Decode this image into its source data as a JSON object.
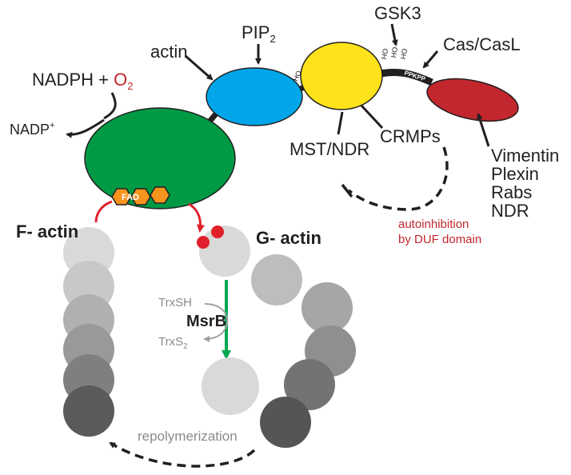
{
  "colors": {
    "ch_domain": "#009a44",
    "actin_binding": "#00a6e8",
    "lim_domain": "#ffe31a",
    "c_terminal": "#c1272d",
    "fad": "#f7941d",
    "oxidation_red": "#e0202a",
    "msrb_arrow": "#00a651",
    "text_red": "#c1272d"
  },
  "labels": {
    "actin": "actin",
    "pip_main": "PIP",
    "pip_sub": "2",
    "gsk3": "GSK3",
    "cas": "Cas/CasL",
    "nadph_main": "NADPH + ",
    "o2_main": "O",
    "o2_sub": "2",
    "nadp_main": "NADP",
    "nadp_sup": "+",
    "mst": "MST/NDR",
    "crmps": "CRMPs",
    "vimentin": "Vimentin",
    "plexin": "Plexin",
    "rabs": "Rabs",
    "ndr": "NDR",
    "auto1": "autoinhibition",
    "auto2": "by DUF domain",
    "f_actin": "F- actin",
    "g_actin": "G- actin",
    "fad": "FAD",
    "trxsh": "TrxSH",
    "trxs_main": "TrxS",
    "trxs_sub": "2",
    "msrb": "MsrB",
    "repolymerization": "repolymerization",
    "ho": "HO",
    "ppkpp": "PPKPP"
  }
}
